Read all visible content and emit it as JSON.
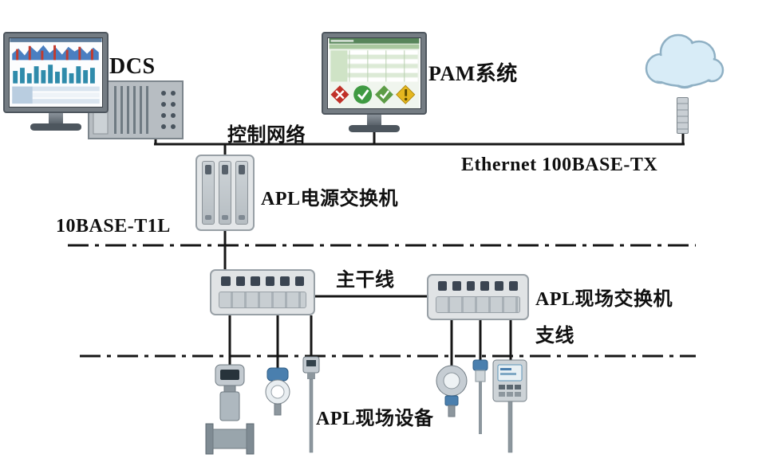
{
  "labels": {
    "dcs": "DCS",
    "pam_system": "PAM系统",
    "control_network": "控制网络",
    "ethernet": "Ethernet 100BASE-TX",
    "apl_power_switch": "APL电源交换机",
    "ten_base": "10BASE-T1L",
    "trunk_line": "主干线",
    "apl_field_switch": "APL现场交换机",
    "branch_line": "支线",
    "apl_field_devices": "APL现场设备"
  },
  "icons": {
    "dcs_monitor": "monitor-with-trend-charts-icon",
    "dcs_rack": "controller-rack-icon",
    "pam_monitor": "monitor-with-status-table-icon",
    "cloud": "cloud-icon",
    "gateway": "network-gateway-icon",
    "power_switch": "apl-power-switch-icon",
    "field_switch": "apl-field-switch-icon",
    "field_devices": [
      "flow-meter-icon",
      "pressure-transmitter-icon",
      "temperature-sensor-icon",
      "pressure-transmitter-icon",
      "temperature-sensor-icon",
      "field-indicator-icon"
    ]
  },
  "colors": {
    "line": "#161616",
    "device_body": "#c6ccd1",
    "cloud_fill": "#d8ecf7",
    "accent_blue": "#4a7fae",
    "chart_teal": "#2f8bab",
    "status_red": "#c03028",
    "status_green": "#3f9a42",
    "status_yellow": "#e5b71f"
  }
}
